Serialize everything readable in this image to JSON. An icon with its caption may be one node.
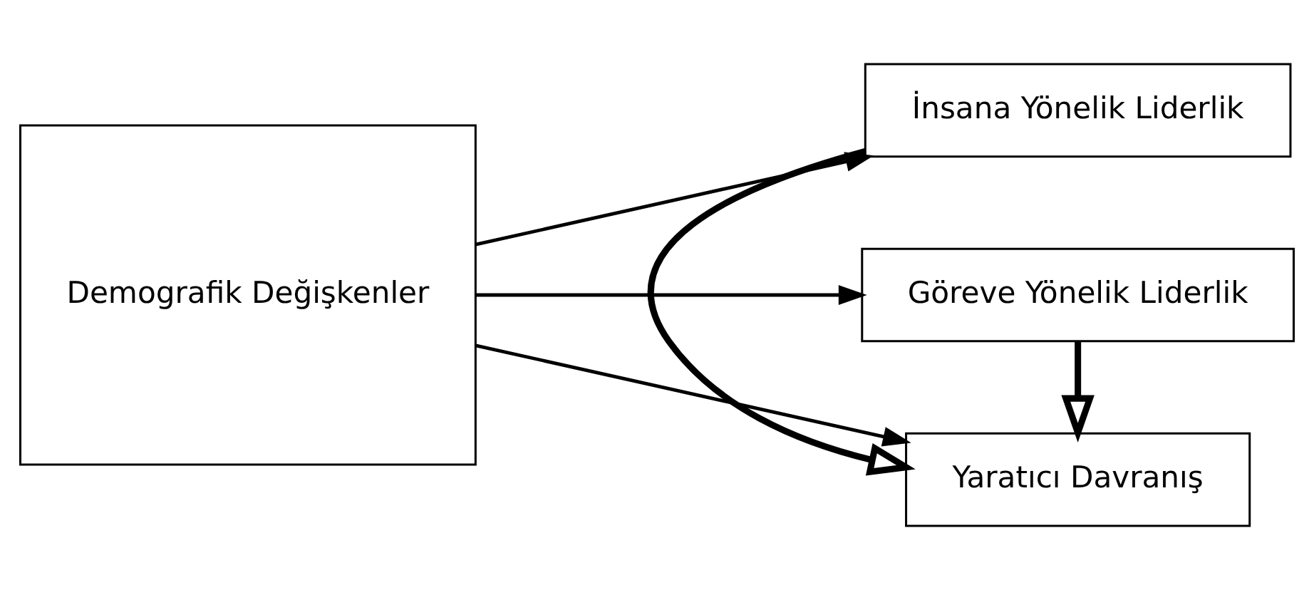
{
  "diagram": {
    "nodes": [
      {
        "text": [
          "Demografik Değişkenler"
        ]
      },
      {
        "text": [
          "İnsana Yönelik Liderlik"
        ]
      },
      {
        "text": [
          "Yaratıcı Davranış"
        ]
      },
      {
        "text": [
          "Göreve Yönelik Liderlik"
        ]
      }
    ],
    "edges": [
      {
        "from": 0,
        "to": 1,
        "arrow": "to"
      },
      {
        "from": 0,
        "to": 2,
        "arrow": "to"
      },
      {
        "from": 0,
        "to": 3,
        "arrow": "to"
      },
      {
        "from": 1,
        "to": 2,
        "arrow": "to",
        "style": "thick"
      },
      {
        "from": 3,
        "to": 2,
        "arrow": "to",
        "style": "thick"
      }
    ]
  }
}
